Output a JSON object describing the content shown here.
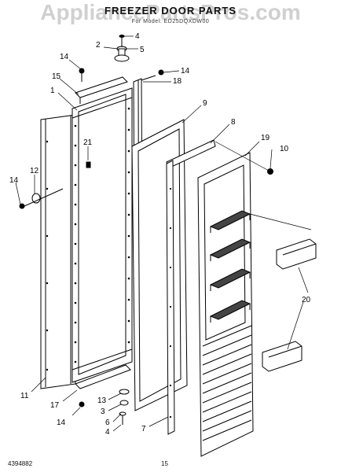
{
  "watermark": "AppliancePartsPros.com",
  "title": "FREEZER DOOR PARTS",
  "subtitle": "For Model: ED25DQXDW00",
  "footer": {
    "doc_number": "4394882",
    "page_number": "15"
  },
  "callouts": {
    "c1": "1",
    "c2": "2",
    "c3": "3",
    "c4a": "4",
    "c4b": "4",
    "c5": "5",
    "c6": "6",
    "c7": "7",
    "c8": "8",
    "c9": "9",
    "c10": "10",
    "c11": "11",
    "c12": "12",
    "c13": "13",
    "c14a": "14",
    "c14b": "14",
    "c14c": "14",
    "c14d": "14",
    "c15": "15",
    "c17": "17",
    "c18": "18",
    "c19": "19",
    "c20": "20",
    "c21": "21"
  },
  "colors": {
    "line": "#000000",
    "shelf_fill": "#333333",
    "watermark": "#aaaaaa"
  }
}
